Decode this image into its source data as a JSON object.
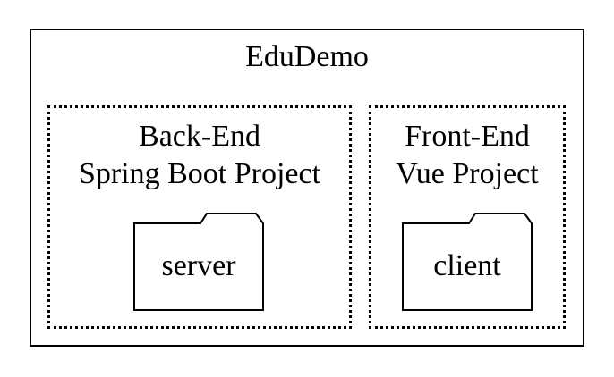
{
  "diagram": {
    "title": "EduDemo",
    "clusters": [
      {
        "id": "backend",
        "label_line1": "Back-End",
        "label_line2": "Spring Boot Project",
        "node": {
          "label": "server",
          "icon": "folder-icon"
        }
      },
      {
        "id": "frontend",
        "label_line1": "Front-End",
        "label_line2": "Vue Project",
        "node": {
          "label": "client",
          "icon": "folder-icon"
        }
      }
    ],
    "colors": {
      "stroke": "#000000",
      "background": "#ffffff"
    }
  }
}
